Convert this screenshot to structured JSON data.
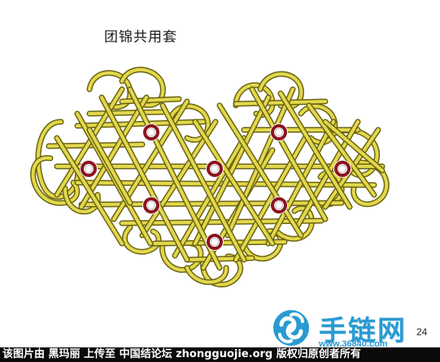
{
  "title": "团锦共用套",
  "page_number": "24",
  "logo": {
    "name": "手链网",
    "url": "www.36840.com"
  },
  "footer_text": "该图片由 黑玛丽 上传至 中国结论坛 zhongguojie.org 版权归原创者所有",
  "colors": {
    "cord_outer": "#6b6412",
    "cord_fill": "#e2d84c",
    "ring_outer": "#8b1420",
    "ring_inner": "#ffffff",
    "logo_blue": "#2a9ad1"
  }
}
